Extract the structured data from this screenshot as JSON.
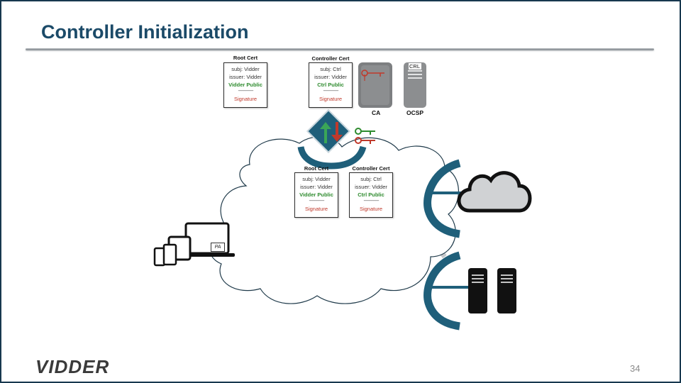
{
  "slide": {
    "title": "Controller Initialization",
    "page_number": "34",
    "logo_text": "VIDDER"
  },
  "top_certs": [
    {
      "title": "Root Cert",
      "subj": "subj: Vidder",
      "issuer": "issuer: Vidder",
      "public": "Vidder Public",
      "divider": "--------------",
      "signature": "Signature"
    },
    {
      "title": "Controller Cert",
      "subj": "subj: Ctrl",
      "issuer": "issuer: Vidder",
      "public": "Ctrl Public",
      "divider": "--------------",
      "signature": "Signature"
    }
  ],
  "cloud_certs": [
    {
      "title": "Root Cert",
      "subj": "subj: Vidder",
      "issuer": "issuer: Vidder",
      "public": "Vidder Public",
      "divider": "--------------",
      "signature": "Signature"
    },
    {
      "title": "Controller Cert",
      "subj": "subj: Ctrl",
      "issuer": "issuer: Vidder",
      "public": "Ctrl Public",
      "divider": "--------------",
      "signature": "Signature"
    }
  ],
  "servers": {
    "ca_label": "CA",
    "ocsp_label": "OCSP",
    "crl_label": "CRL"
  },
  "devices": {
    "pa_label": "PA"
  },
  "colors": {
    "title": "#1b4a68",
    "gateway_blue": "#1f5f7a",
    "green_key": "#2e8b2e",
    "red_key": "#c0392b"
  }
}
